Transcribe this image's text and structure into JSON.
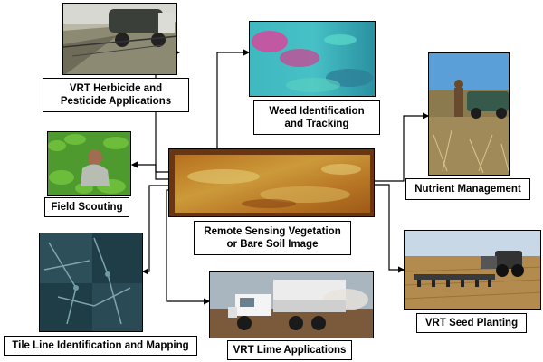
{
  "center": {
    "label_line1": "Remote Sensing Vegetation",
    "label_line2": "or Bare Soil Image"
  },
  "nodes": {
    "herbicide": {
      "line1": "VRT Herbicide and",
      "line2": "Pesticide Applications"
    },
    "weed": {
      "line1": "Weed Identification",
      "line2": "and Tracking"
    },
    "scouting": {
      "line1": "Field Scouting"
    },
    "nutrient": {
      "line1": "Nutrient Management"
    },
    "tile": {
      "line1": "Tile Line Identification and Mapping"
    },
    "lime": {
      "line1": "VRT Lime Applications"
    },
    "seed": {
      "line1": "VRT Seed Planting"
    }
  }
}
